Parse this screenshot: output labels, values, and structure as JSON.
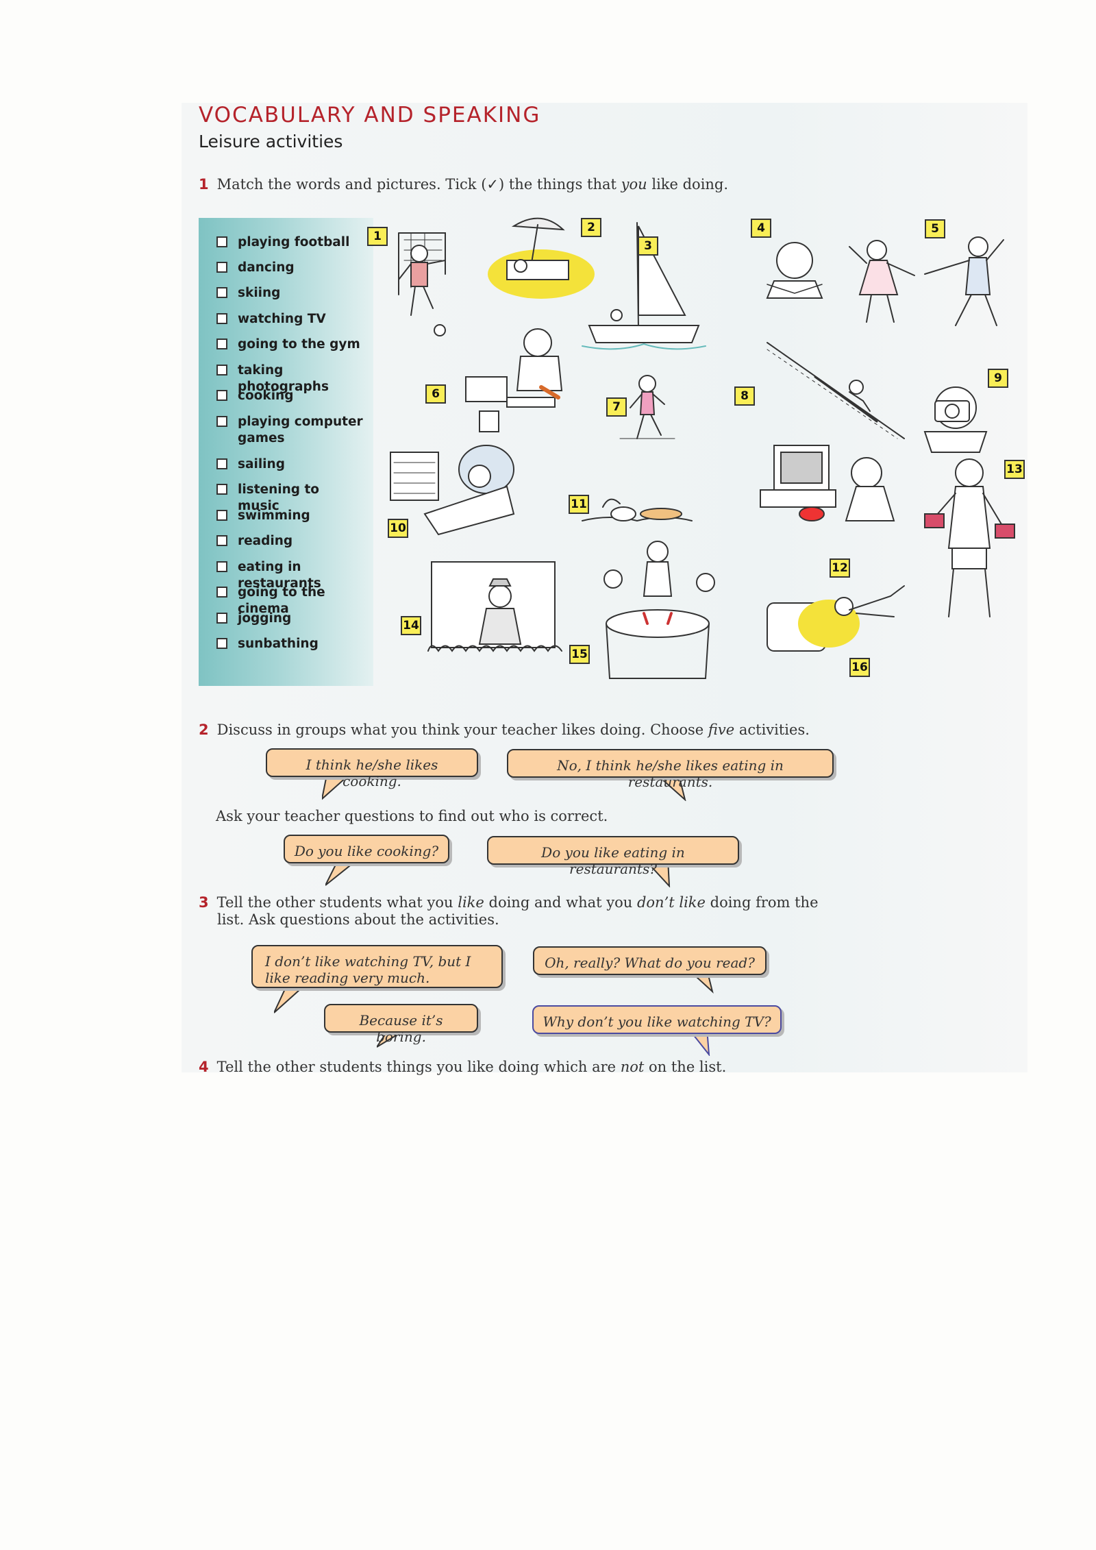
{
  "header": {
    "title": "VOCABULARY AND SPEAKING",
    "subtitle": "Leisure activities"
  },
  "exercise1": {
    "number": "1",
    "instruction": "Match the words and pictures. Tick (✓) the things that you like doing."
  },
  "words": [
    "playing football",
    "dancing",
    "skiing",
    "watching TV",
    "going to the gym",
    "taking photographs",
    "cooking",
    "playing computer games",
    "sailing",
    "listening to music",
    "swimming",
    "reading",
    "eating in restaurants",
    "going to the cinema",
    "jogging",
    "sunbathing"
  ],
  "picture_numbers": [
    "1",
    "2",
    "3",
    "4",
    "5",
    "6",
    "7",
    "8",
    "9",
    "10",
    "11",
    "12",
    "13",
    "14",
    "15",
    "16"
  ],
  "exercise2": {
    "number": "2",
    "instruction": "Discuss in groups what you think your teacher likes doing. Choose five activities.",
    "bubbles": [
      "I think he/she likes cooking.",
      "No, I think he/she likes eating in restaurants."
    ],
    "follow_up": "Ask your teacher questions to find out who is correct.",
    "questions": [
      "Do you like cooking?",
      "Do you like eating in restaurants?"
    ]
  },
  "exercise3": {
    "number": "3",
    "instruction_line1": "Tell the other students what you like doing and what you don’t like doing from the",
    "instruction_line2": "list. Ask questions about the activities.",
    "bubbles": [
      "I don’t like watching TV, but I like reading very much.",
      "Oh, really? What do you read?",
      "Because it’s boring.",
      "Why don’t you like watching TV?"
    ]
  },
  "exercise4": {
    "number": "4",
    "instruction": "Tell the other students things you like doing which are not on the list."
  },
  "colors": {
    "heading": "#b5232b",
    "bubble_orange": "#fbd2a4",
    "bubble_blue_border": "#4a4aa0",
    "tag_yellow": "#f9ee57",
    "panel_teal": "#7fc3c3"
  }
}
